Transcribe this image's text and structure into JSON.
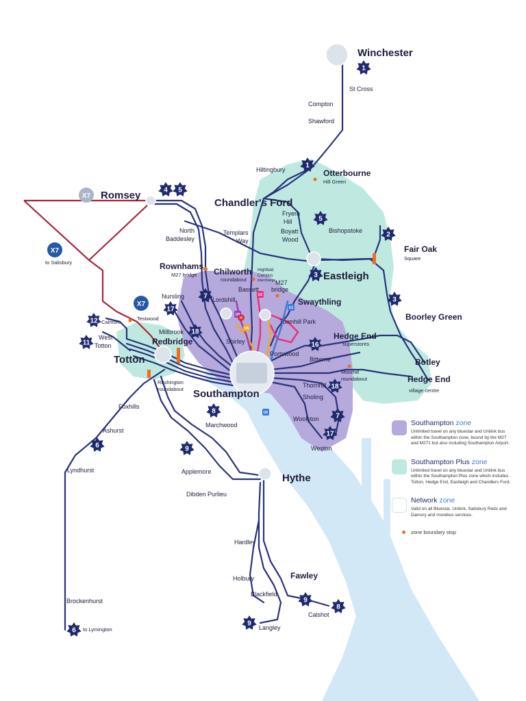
{
  "colors": {
    "sea": "#d3e8f6",
    "plus_zone": "#bfe9e0",
    "southampton_zone": "#b6a9dc",
    "route_line": "#27327a",
    "rail_x7": "#a3243b",
    "boundary_stop": "#f26b21"
  },
  "places_major": {
    "winchester": "Winchester",
    "romsey": "Romsey",
    "chandlers_ford": "Chandler's Ford",
    "eastleigh": "Eastleigh",
    "swaythling": "Swaythling",
    "redbridge": "Redbridge",
    "totton": "Totton",
    "southampton": "Southampton",
    "hythe": "Hythe",
    "fawley": "Fawley",
    "hedge_end": "Hedge End",
    "fair_oak": "Fair Oak",
    "rownhams": "Rownhams",
    "chilworth": "Chilworth",
    "otterbourne": "Otterbourne",
    "boorley_green": "Boorley Green",
    "botley": "Botley",
    "hedge_end_superstores": "Hedge End"
  },
  "places_minor": {
    "st_cross": "St Cross",
    "compton": "Compton",
    "shawford": "Shawford",
    "hiltingbury": "Hiltingbury",
    "hill_green": "Hill Green",
    "north": "North",
    "baddesley": "Baddesley",
    "templars": "Templars",
    "way": "Way",
    "fryern": "Fryern",
    "hill": "Hill",
    "boyatt": "Boyatt",
    "wood": "Wood",
    "bishopstoke": "Bishopstoke",
    "square": "Square",
    "m27_bridge": "M27 bridge",
    "chilworth_roundabout": "roundabout",
    "highfield": "Highfield",
    "campus": "Campus",
    "interchange": "interchange",
    "m27": "M27",
    "bridge": "bridge",
    "bassett": "Bassett",
    "nursling": "Nursling",
    "lordshill": "Lordshill",
    "calmore": "Calmore",
    "testwood": "Testwood",
    "millbrook": "Millbrook",
    "west": "West",
    "totton_small": "Totton",
    "shirley": "Shirley",
    "townhill_park": "Townhill Park",
    "portswood": "Portswood",
    "bitterne": "Bitterne",
    "superstores": "superstores",
    "moorhill": "Moorhill",
    "moorhill_roundabout": "roundabout",
    "village_centre": "village centre",
    "rushington": "Rushington",
    "rushington_roundabout": "roundabout",
    "thornhill": "Thornhill",
    "sholing": "Sholing",
    "woolston": "Woolston",
    "weston": "Weston",
    "foxhills": "Foxhills",
    "ashurst": "Ashurst",
    "marchwood": "Marchwood",
    "lyndhurst": "Lyndhurst",
    "applemore": "Applemore",
    "dibden_purlieu": "Dibden Purlieu",
    "hardley": "Hardley",
    "holbury": "Holbury",
    "blackfield": "Blackfield",
    "calshot": "Calshot",
    "langley": "Langley",
    "brockenhurst": "Brockenhurst",
    "to_lymington": "to Lymington",
    "to_salisbury": "to Salisbury"
  },
  "route_badges": {
    "winchester": "1",
    "otterbourne": "1",
    "romsey_a": "4",
    "romsey_b": "5",
    "boyatt": "5",
    "fair_oak": "2",
    "eastleigh": "3",
    "boorley": "3",
    "lordshill": "7",
    "nursling": "17",
    "millbrook": "18",
    "calmore": "12",
    "west_totton": "11",
    "bitterne": "16",
    "thornhill": "18",
    "woolston": "7",
    "weston": "17",
    "marchwood": "8",
    "applemore": "9",
    "ashurst": "6",
    "lymington": "6",
    "blackfield": "9",
    "calshot": "8",
    "langley": "9"
  },
  "unilink_badges": {
    "u1": "U1",
    "u2": "U2",
    "u6": "U6",
    "u9": "U9",
    "u5": "U5",
    "h": "H"
  },
  "x7_badges": {
    "romsey": "X7",
    "salisbury": "X7",
    "testwood": "X7"
  },
  "legend": {
    "southampton_zone": {
      "title": "Southampton",
      "zone_word": "zone",
      "description": "Unlimited travel on any bluestar and Unilink bus within the Southampton zone, bound by the M27 and M271 but also including Southampton Airport."
    },
    "plus_zone": {
      "title": "Southampton Plus",
      "zone_word": "zone",
      "description": "Unlimited travel on any bluestar and Unilink bus within the Southampton Plus zone which includes Totton, Hedge End, Eastleigh and Chandlers Ford."
    },
    "network_zone": {
      "title": "Network",
      "zone_word": "zone",
      "description": "Valid on all Bluestar, Unilink, Salisbury Reds and Damory and morebus services."
    },
    "boundary_stop": "zone boundary stop"
  }
}
